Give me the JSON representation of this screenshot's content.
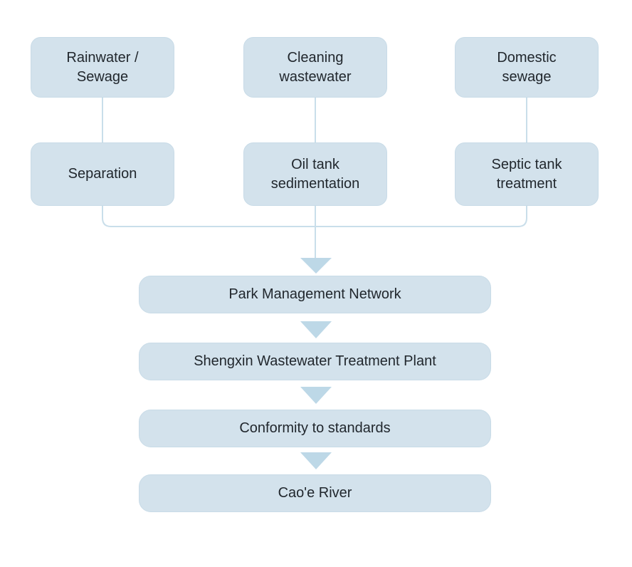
{
  "diagram": {
    "colors": {
      "background": "#ffffff",
      "box_fill": "#d3e2ec",
      "box_border": "#c8dbe7",
      "line": "#c9deea",
      "arrow": "#bdd8e7",
      "text": "#21272d"
    },
    "columns": [
      {
        "source_label": "Rainwater /\nSewage",
        "process_label": "Separation"
      },
      {
        "source_label": "Cleaning\nwastewater",
        "process_label": "Oil tank\nsedimentation"
      },
      {
        "source_label": "Domestic\nsewage",
        "process_label": "Septic tank\ntreatment"
      }
    ],
    "flow_labels": {
      "network": "Park Management Network",
      "plant": "Shengxin Wastewater Treatment Plant",
      "standards": "Conformity to standards",
      "river": "Cao'e River"
    }
  }
}
